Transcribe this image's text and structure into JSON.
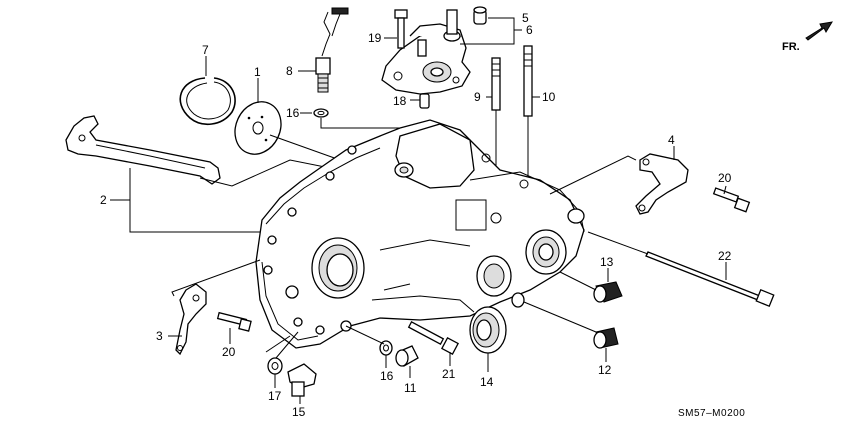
{
  "callouts": {
    "c1": "1",
    "c2": "2",
    "c3": "3",
    "c4": "4",
    "c5": "5",
    "c6": "6",
    "c7": "7",
    "c8": "8",
    "c9": "9",
    "c10": "10",
    "c11": "11",
    "c12": "12",
    "c13": "13",
    "c14": "14",
    "c15": "15",
    "c16a": "16",
    "c16b": "16",
    "c17": "17",
    "c18": "18",
    "c19": "19",
    "c20a": "20",
    "c20b": "20",
    "c21": "21",
    "c22": "22"
  },
  "direction_label": "FR.",
  "diagram_code": "SM57–M0200"
}
